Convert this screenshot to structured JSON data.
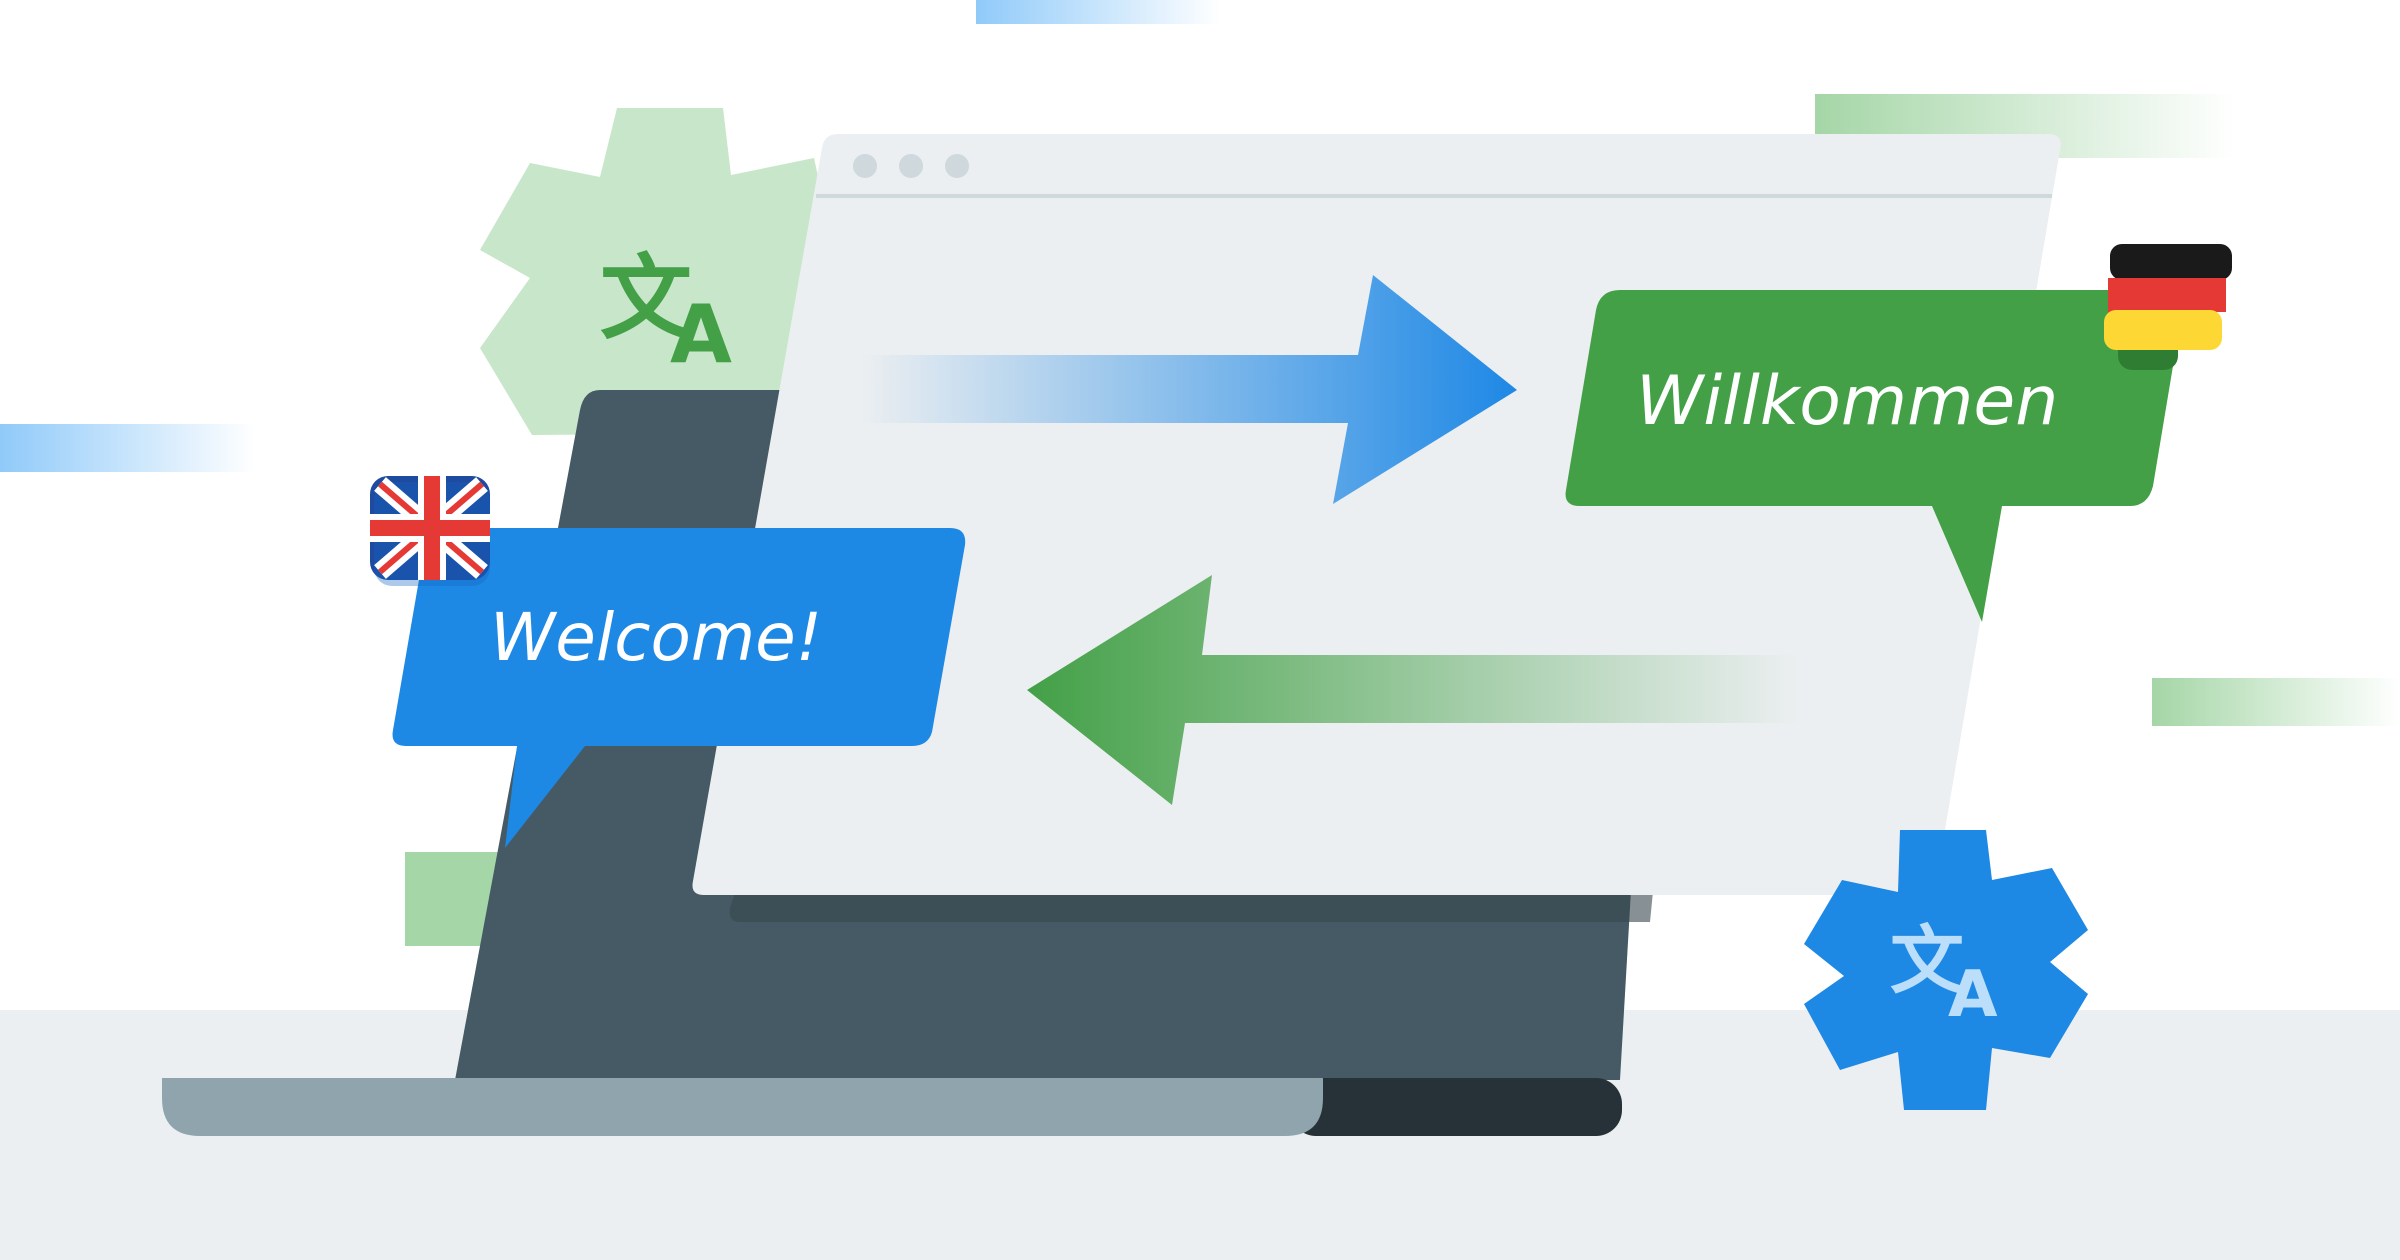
{
  "illustration": {
    "source_text": "Welcome!",
    "translated_text": "Willkommen",
    "source_flag": "uk-flag-icon",
    "target_flag": "germany-flag-icon",
    "gear_icon_glyphs": {
      "left": "文",
      "right": "A"
    },
    "colors": {
      "blue": "#1e88e5",
      "green": "#43a047",
      "light_green": "#c8e6c9",
      "laptop_dark": "#455a64",
      "laptop_base": "#90a4ae",
      "screen": "#eceff1",
      "floor": "#eceff1"
    }
  }
}
